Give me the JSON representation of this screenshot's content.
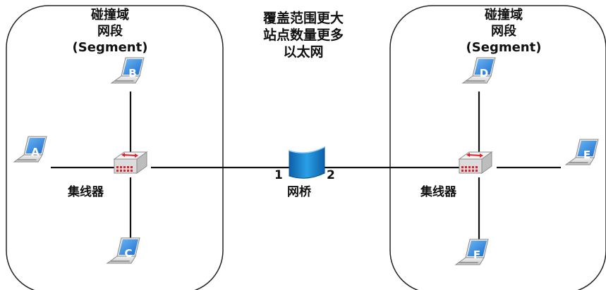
{
  "left_domain": {
    "line1": "碰撞域",
    "line2": "网段",
    "line3": "(Segment)"
  },
  "right_domain": {
    "line1": "碰撞域",
    "line2": "网段",
    "line3": "(Segment)"
  },
  "middle_text": {
    "line1": "覆盖范围更大",
    "line2": "站点数量更多",
    "line3": "以太网"
  },
  "hub_left_label": "集线器",
  "hub_right_label": "集线器",
  "bridge_label": "网桥",
  "bridge_port_1": "1",
  "bridge_port_2": "2",
  "stations": {
    "a": "A",
    "b": "B",
    "c": "C",
    "d": "D",
    "e": "E",
    "f": "F"
  },
  "colors": {
    "laptop_blue": "#2f7fd6",
    "hub_red": "#e0202a",
    "bridge_blue": "#1f8fd0"
  }
}
